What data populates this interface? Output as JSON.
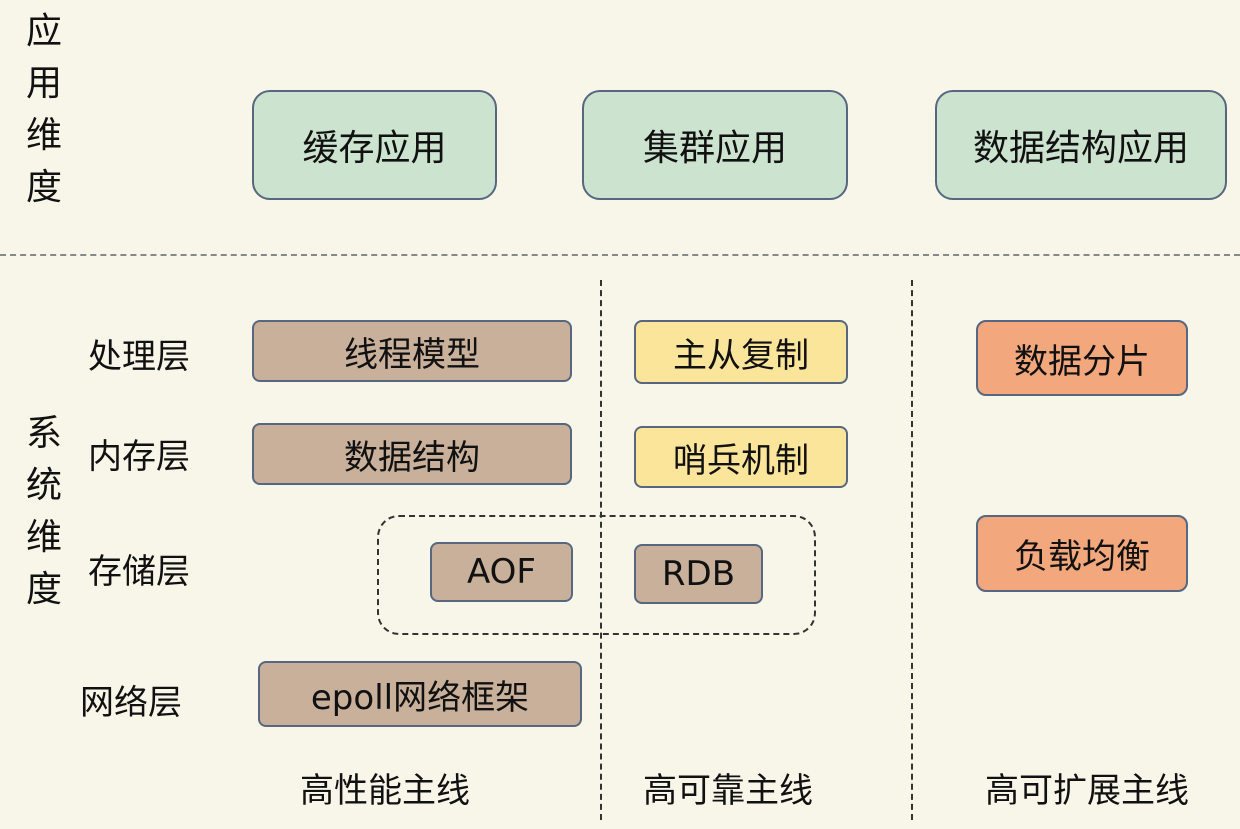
{
  "dimensions": {
    "application": "应用维度",
    "system": "系统维度"
  },
  "applications": {
    "cache": "缓存应用",
    "cluster": "集群应用",
    "data_structure": "数据结构应用"
  },
  "layers": {
    "processing": "处理层",
    "memory": "内存层",
    "storage": "存储层",
    "network": "网络层"
  },
  "performance": {
    "thread_model": "线程模型",
    "data_structure": "数据结构",
    "aof": "AOF",
    "epoll": "epoll网络框架"
  },
  "reliability": {
    "replication": "主从复制",
    "sentinel": "哨兵机制",
    "rdb": "RDB"
  },
  "scalability": {
    "sharding": "数据分片",
    "load_balance": "负载均衡"
  },
  "mainlines": {
    "performance": "高性能主线",
    "reliability": "高可靠主线",
    "scalability": "高可扩展主线"
  },
  "colors": {
    "background": "#f8f5e9",
    "app_box": "#cce3cf",
    "performance_box": "#c8b09b",
    "reliability_box": "#fbe59b",
    "scalability_box": "#f2a77d",
    "border": "#57677f"
  }
}
